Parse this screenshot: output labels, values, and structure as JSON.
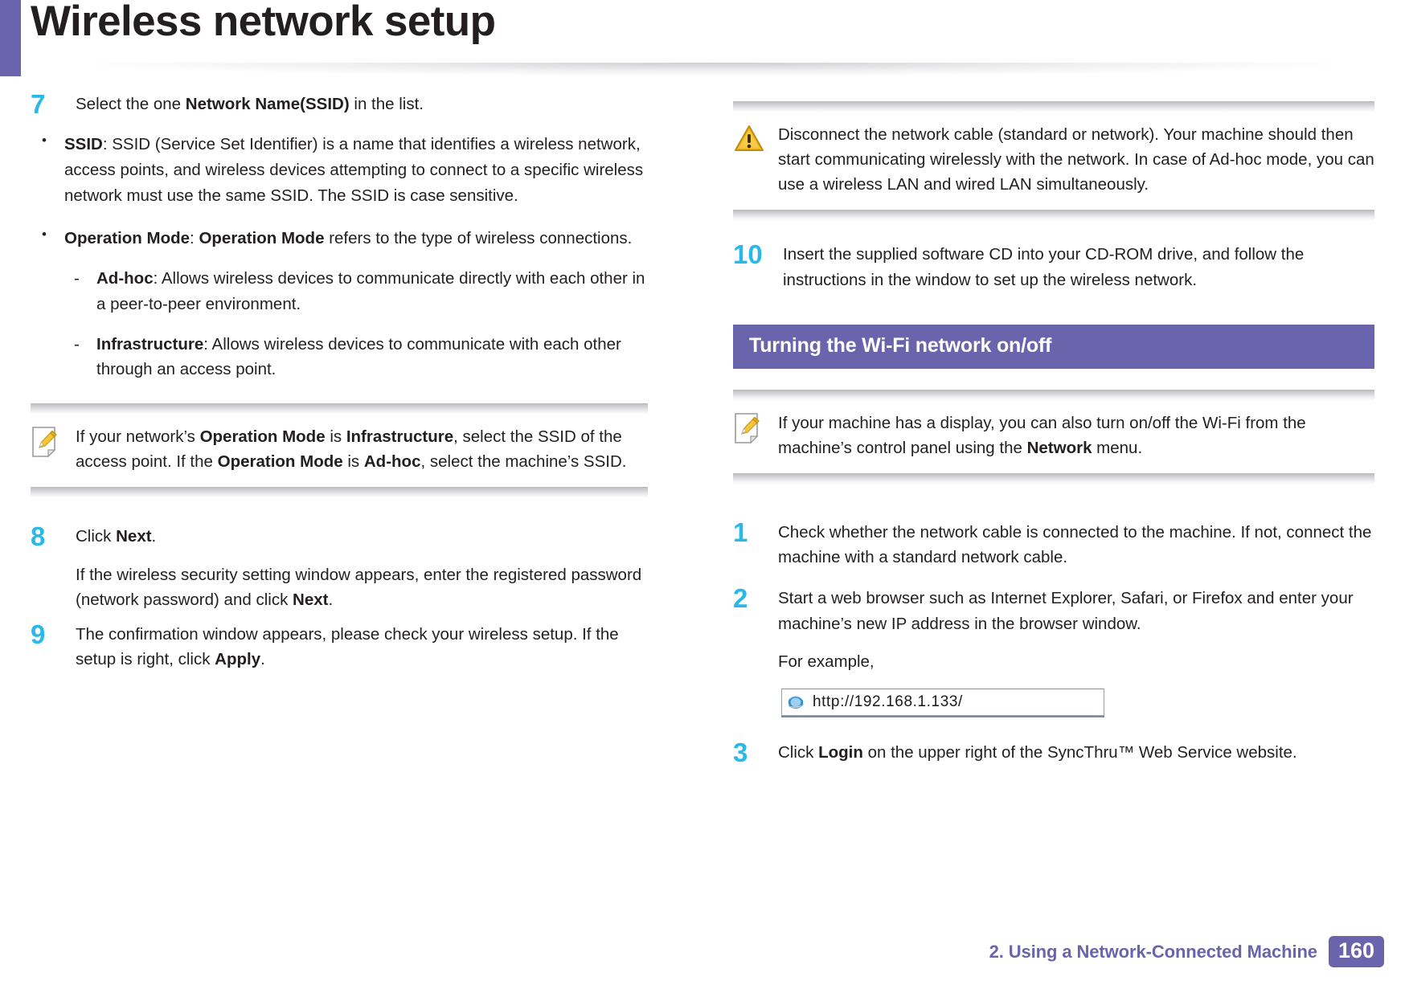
{
  "header": {
    "title": "Wireless network setup"
  },
  "left_column": {
    "step7": {
      "number": "7",
      "text_before": "Select the one ",
      "bold": "Network Name(SSID)",
      "text_after": " in the list."
    },
    "bullets": [
      {
        "term": "SSID",
        "text": ": SSID (Service Set Identifier) is a name that identifies a wireless network, access points, and wireless devices attempting to connect to a specific wireless network must use the same SSID. The SSID is case sensitive."
      },
      {
        "term": "Operation Mode",
        "term2": "Operation Mode",
        "text_mid": ": ",
        "text": " refers to the type of wireless connections.",
        "sub_items": [
          {
            "term": "Ad-hoc",
            "text": ": Allows wireless devices to communicate directly with each other in a peer-to-peer environment."
          },
          {
            "term": "Infrastructure",
            "text": ": Allows wireless devices to communicate with each other through an access point."
          }
        ]
      }
    ],
    "note": {
      "icon": "note-pencil-icon",
      "seg1": "If your network’s ",
      "b1": "Operation Mode",
      "seg2": " is ",
      "b2": "Infrastructure",
      "seg3": ", select the SSID of the access point. If the ",
      "b3": "Operation Mode",
      "seg4": " is ",
      "b4": "Ad-hoc",
      "seg5": ", select the machine’s SSID."
    },
    "step8": {
      "number": "8",
      "line1_before": "Click ",
      "line1_bold": "Next",
      "line1_after": ".",
      "line2_before": "If the wireless security setting window appears, enter the registered password (network password) and click ",
      "line2_bold": "Next",
      "line2_after": "."
    },
    "step9": {
      "number": "9",
      "text_before": "The confirmation window appears, please check your wireless setup. If the setup is right, click ",
      "bold": "Apply",
      "text_after": "."
    }
  },
  "right_column": {
    "caution": {
      "icon": "warning-triangle-icon",
      "text": "Disconnect the network cable (standard or network). Your machine should then start communicating wirelessly with the network. In case of Ad-hoc mode, you can use a wireless LAN and wired LAN simultaneously."
    },
    "step10": {
      "number": "10",
      "text": "Insert the supplied software CD into your CD-ROM drive, and follow the instructions in the window to set up the wireless network."
    },
    "section_heading": "Turning the Wi-Fi network on/off",
    "note": {
      "icon": "note-pencil-icon",
      "seg1": "If your machine has a display, you can also turn on/off the Wi-Fi from the machine’s control panel using the ",
      "b1": "Network",
      "seg2": " menu."
    },
    "steps": [
      {
        "number": "1",
        "text": "Check whether the network cable is connected to the machine. If not, connect the machine with a standard network cable."
      },
      {
        "number": "2",
        "text": "Start a web browser such as Internet Explorer, Safari, or Firefox and enter your machine’s new IP address in the browser window.",
        "text2": "For example,"
      },
      {
        "number": "3",
        "text_before": "Click ",
        "bold": "Login",
        "text_after": " on the upper right of the SyncThru™ Web Service website."
      }
    ],
    "address_bar": {
      "icon": "internet-explorer-icon",
      "url": "http://192.168.1.133/"
    }
  },
  "footer": {
    "chapter": "2.  Using a Network-Connected Machine",
    "page_number": "160"
  },
  "colors": {
    "accent_purple": "#6a64ad",
    "step_number_blue": "#29b8e8",
    "text": "#231f20",
    "warning_yellow": "#f5b91e"
  }
}
